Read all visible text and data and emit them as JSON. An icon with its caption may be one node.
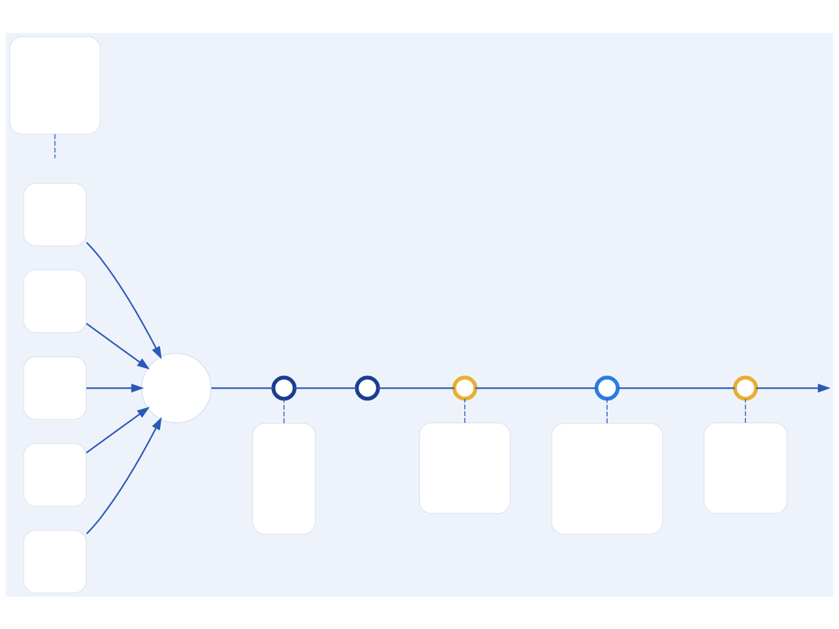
{
  "diagram": {
    "nodes": [
      {
        "text": [],
        "shape": "box"
      },
      {
        "text": [],
        "shape": "box"
      },
      {
        "text": [],
        "shape": "box"
      },
      {
        "text": [],
        "shape": "box"
      },
      {
        "text": [],
        "shape": "box"
      },
      {
        "text": [],
        "shape": "circle"
      },
      {
        "text": [],
        "shape": "circle"
      },
      {
        "text": [],
        "shape": "circle"
      },
      {
        "text": [],
        "shape": "circle"
      },
      {
        "text": [],
        "shape": "circle"
      },
      {
        "text": [],
        "shape": "circle"
      },
      {
        "text": [],
        "shape": "box"
      },
      {
        "text": [],
        "shape": "box"
      },
      {
        "text": [],
        "shape": "box"
      },
      {
        "text": [],
        "shape": "box"
      },
      {
        "text": [],
        "shape": "box"
      }
    ],
    "edges": [
      {
        "from": 0,
        "to": 5,
        "arrow": "to"
      },
      {
        "from": 1,
        "to": 5,
        "arrow": "to"
      },
      {
        "from": 2,
        "to": 5,
        "arrow": "to"
      },
      {
        "from": 3,
        "to": 5,
        "arrow": "to"
      },
      {
        "from": 4,
        "to": 5,
        "arrow": "to"
      },
      {
        "from": 5,
        "to": 6,
        "arrow": "none"
      },
      {
        "from": 6,
        "to": 7,
        "arrow": "none"
      },
      {
        "from": 7,
        "to": 8,
        "arrow": "none"
      },
      {
        "from": 8,
        "to": 9,
        "arrow": "none"
      },
      {
        "from": 9,
        "to": 10,
        "arrow": "none"
      },
      {
        "from": 10,
        "to": null,
        "arrow": "to"
      },
      {
        "from": 11,
        "to": 6,
        "arrow": "none",
        "style": "dashed"
      },
      {
        "from": 12,
        "to": 8,
        "arrow": "none",
        "style": "dashed"
      },
      {
        "from": 13,
        "to": 10,
        "arrow": "none",
        "style": "dashed"
      },
      {
        "from": 14,
        "to": null,
        "arrow": "none",
        "style": "dashed"
      },
      {
        "from": 15,
        "to": 9,
        "arrow": "none",
        "style": "dashed"
      }
    ]
  }
}
